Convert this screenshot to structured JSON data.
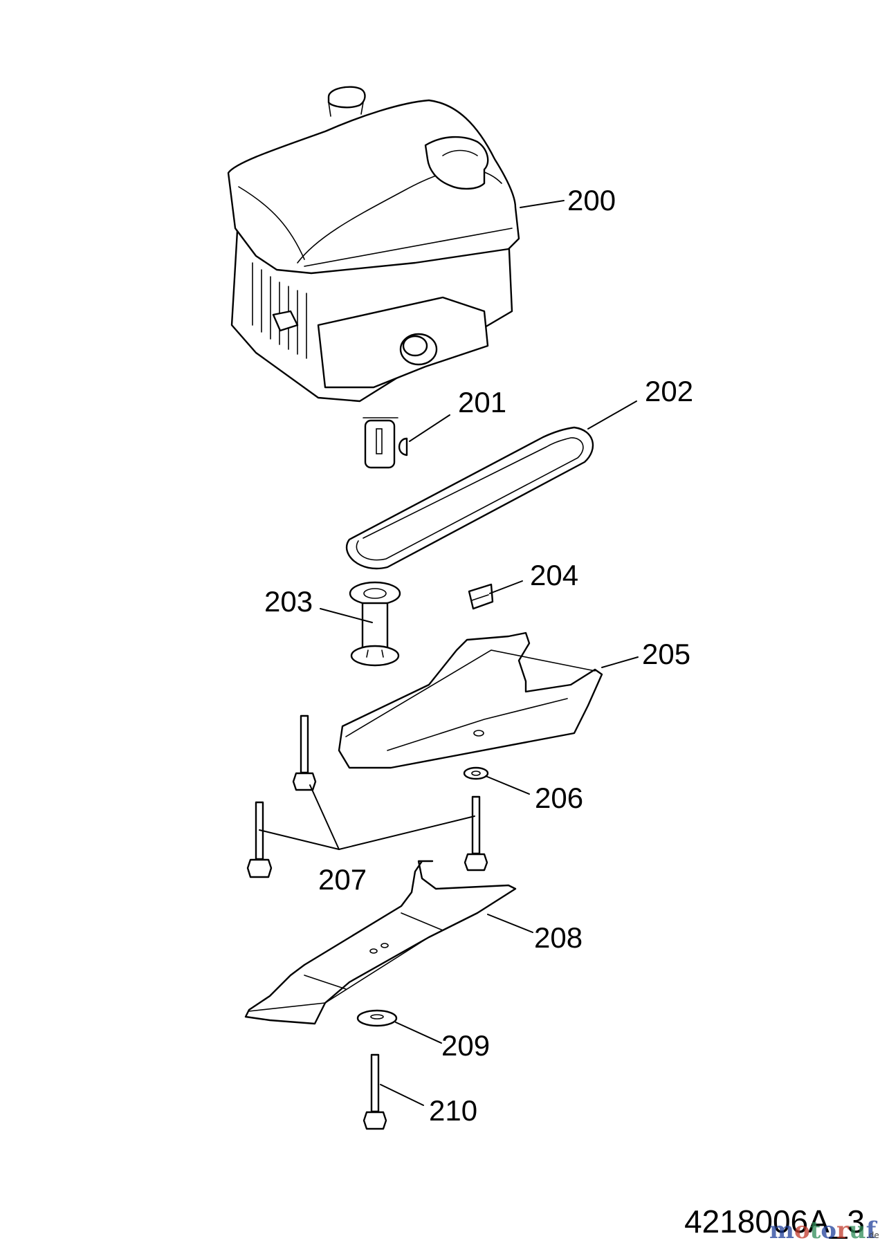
{
  "callouts": {
    "p200": "200",
    "p201": "201",
    "p202": "202",
    "p203": "203",
    "p204": "204",
    "p205": "205",
    "p206": "206",
    "p207": "207",
    "p208": "208",
    "p209": "209",
    "p210": "210"
  },
  "document_number": "4218006A_3",
  "watermark": {
    "brand": "motoruf",
    "suffix": ".de",
    "colors": [
      "#1f3f9a",
      "#c0392b",
      "#2e8b57",
      "#1f3f9a",
      "#c0392b",
      "#2e8b57",
      "#1f3f9a"
    ]
  }
}
